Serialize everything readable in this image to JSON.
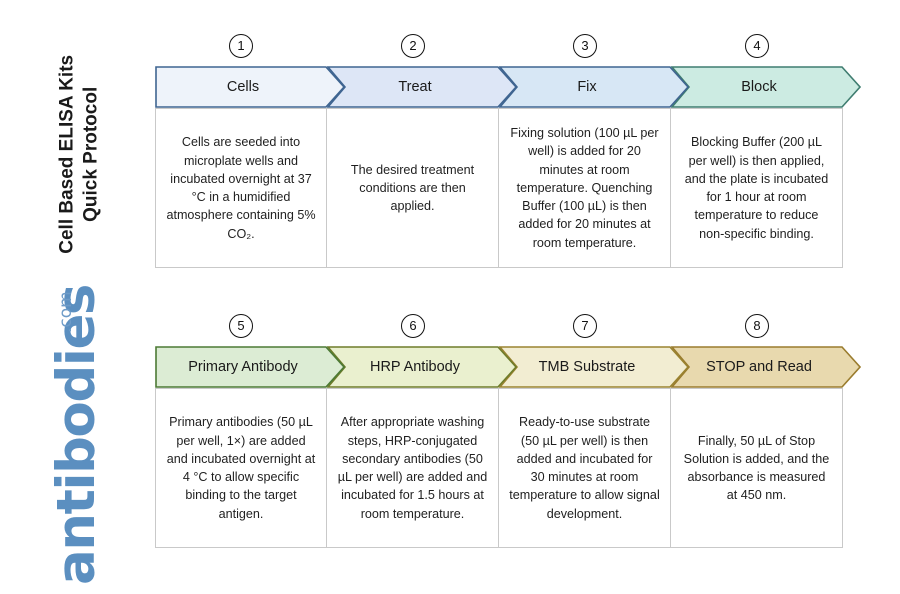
{
  "title": {
    "line1": "Cell Based ELISA Kits",
    "line2": "Quick Protocol",
    "full": "Cell Based ELISA Kits\nQuick Protocol"
  },
  "logo": {
    "word": "antibodies",
    "tld": ".com",
    "color": "#5b8fc0"
  },
  "colors": {
    "step1_fill": "#eef3fa",
    "step1_stroke": "#3f6591",
    "step2_fill": "#dde6f6",
    "step2_stroke": "#3f6591",
    "step3_fill": "#d7e7f5",
    "step3_stroke": "#3f6591",
    "step4_fill": "#ccebe2",
    "step4_stroke": "#3f7d70",
    "step5_fill": "#dcecd4",
    "step5_stroke": "#4c7a35",
    "step6_fill": "#eaf0cf",
    "step6_stroke": "#6e7c2a",
    "step7_fill": "#f2edd2",
    "step7_stroke": "#9a8330",
    "step8_fill": "#e8d9ae",
    "step8_stroke": "#9a7c2e",
    "card_border": "#c9c9c9",
    "circle_border": "#111111"
  },
  "rows": [
    {
      "id": "row-1",
      "steps": [
        {
          "number": "1",
          "label": "Cells",
          "body": "Cells are seeded into microplate wells and incubated overnight at 37 °C in a humidified atmosphere containing 5% CO₂.",
          "fill": "#eef3fa",
          "stroke": "#3f6591"
        },
        {
          "number": "2",
          "label": "Treat",
          "body": "The desired treatment conditions are then applied.",
          "fill": "#dde6f6",
          "stroke": "#3f6591"
        },
        {
          "number": "3",
          "label": "Fix",
          "body": "Fixing solution (100 µL per well) is added for 20 minutes at room temperature. Quenching Buffer (100 µL) is then added for 20 minutes at room temperature.",
          "fill": "#d7e7f5",
          "stroke": "#3f6591"
        },
        {
          "number": "4",
          "label": "Block",
          "body": "Blocking Buffer (200 µL per well) is then applied, and the plate is incubated for 1 hour at room temperature to reduce non-specific binding.",
          "fill": "#ccebe2",
          "stroke": "#3f7d70"
        }
      ]
    },
    {
      "id": "row-2",
      "steps": [
        {
          "number": "5",
          "label": "Primary Antibody",
          "body": "Primary antibodies (50 µL per well, 1×) are added and incubated overnight at 4 °C to allow specific binding to the target antigen.",
          "fill": "#dcecd4",
          "stroke": "#4c7a35"
        },
        {
          "number": "6",
          "label": "HRP Antibody",
          "body": "After appropriate washing steps, HRP-conjugated secondary antibodies (50 µL per well) are added and incubated for 1.5 hours at room temperature.",
          "fill": "#eaf0cf",
          "stroke": "#6e7c2a"
        },
        {
          "number": "7",
          "label": "TMB Substrate",
          "body": "Ready-to-use substrate (50 µL per well) is then added and incubated for 30 minutes at room temperature to allow signal development.",
          "fill": "#f2edd2",
          "stroke": "#9a8330"
        },
        {
          "number": "8",
          "label": "STOP and Read",
          "body": "Finally, 50 µL of Stop Solution is added, and the absorbance is measured at 450 nm.",
          "fill": "#e8d9ae",
          "stroke": "#9a7c2e"
        }
      ]
    }
  ]
}
